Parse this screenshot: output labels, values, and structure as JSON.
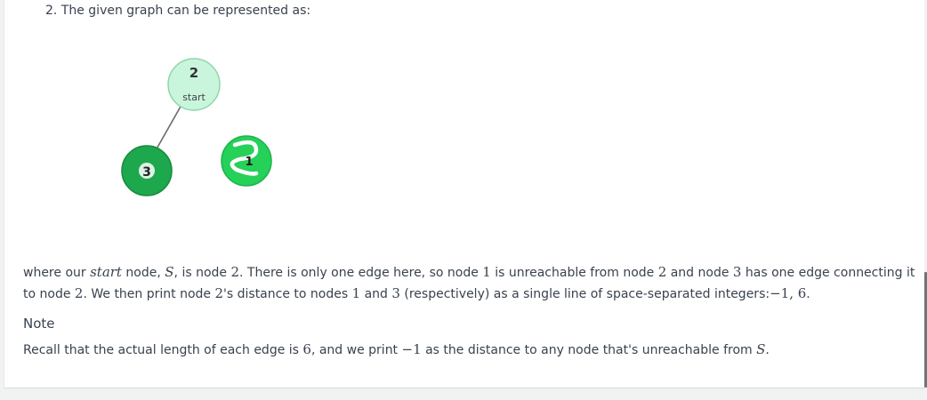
{
  "heading": "2. The given graph can be represented as:",
  "graph": {
    "nodes": [
      {
        "id": "2",
        "label": "2",
        "sublabel": "start",
        "fill": "#c9f5dc",
        "stroke": "#8fd7a8"
      },
      {
        "id": "3",
        "label": "3",
        "fill": "#1ea84d",
        "stroke": "#168a3d"
      },
      {
        "id": "1",
        "label": "1",
        "fill": "#25d159",
        "stroke": "#1db34b"
      }
    ],
    "edges": [
      {
        "from": "2",
        "to": "3"
      }
    ]
  },
  "paragraph": {
    "t1": "where our ",
    "m_start": "start",
    "t2": " node, ",
    "m_S": "S",
    "t3": ", is node ",
    "m_2a": "2",
    "t4": ". There is only one edge here, so node ",
    "m_1a": "1",
    "t5": " is unreachable from node ",
    "m_2b": "2",
    "t6": " and node ",
    "m_3a": "3",
    "t7": " has one edge connecting it to node ",
    "m_2c": "2",
    "t8": ". We then print node ",
    "m_2d": "2",
    "t9": "'s distance to nodes ",
    "m_1b": "1",
    "t10": " and ",
    "m_3b": "3",
    "t11": " (respectively) as a single line of space-separated integers:",
    "m_result": "−1, 6",
    "t12": "."
  },
  "note": {
    "title": "Note",
    "t1": "Recall that the actual length of each edge is ",
    "m_6": "6",
    "t2": ", and we print ",
    "m_neg1": "−1",
    "t3": " as the distance to any node that's unreachable from ",
    "m_S": "S",
    "t4": "."
  },
  "colors": {
    "text": "#39424e",
    "background": "#f1f2f2",
    "panel": "#ffffff"
  }
}
